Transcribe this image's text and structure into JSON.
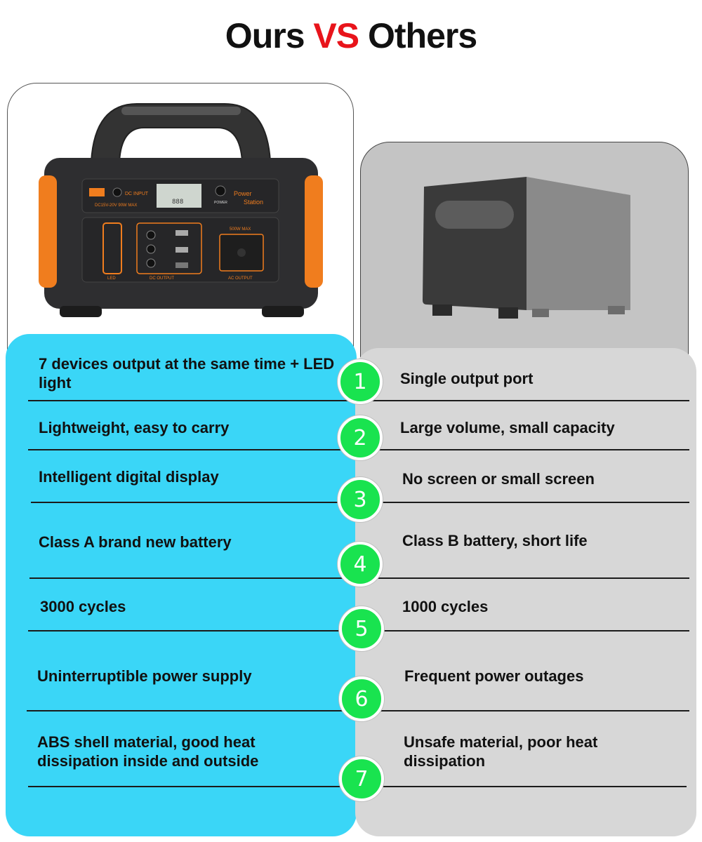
{
  "header": {
    "ours": "Ours",
    "vs": "VS",
    "others": "Others"
  },
  "product_ours": {
    "labels": {
      "dc_input": "DC INPUT",
      "dc_input_spec": "DC15V-20V  90W  MAX",
      "power": "POWER",
      "brand_line1": "Power",
      "brand_line2": "Station",
      "display_digits": "888",
      "ac_max": "500W  MAX",
      "led": "LED",
      "dc_output": "DC OUTPUT",
      "ac_output": "AC OUTPUT"
    }
  },
  "rows": [
    {
      "number": "1",
      "ours": "7 devices output at the same time + LED light",
      "others": "Single output port"
    },
    {
      "number": "2",
      "ours": "Lightweight, easy to carry",
      "others": "Large volume, small capacity"
    },
    {
      "number": "3",
      "ours": "Intelligent digital display",
      "others": "No screen or small screen"
    },
    {
      "number": "4",
      "ours": "Class A brand new battery",
      "others": "Class B battery, short life"
    },
    {
      "number": "5",
      "ours": "3000 cycles",
      "others": "1000 cycles"
    },
    {
      "number": "6",
      "ours": "Uninterruptible power supply",
      "others": "Frequent power outages"
    },
    {
      "number": "7",
      "ours": "ABS shell material, good heat dissipation inside and outside",
      "others": "Unsafe material, poor heat dissipation"
    }
  ],
  "colors": {
    "vs_red": "#e8141b",
    "ours_panel": "#3ad6f7",
    "others_panel": "#d7d7d7",
    "badge_green": "#19e34f",
    "accent_orange": "#f07d1e"
  }
}
